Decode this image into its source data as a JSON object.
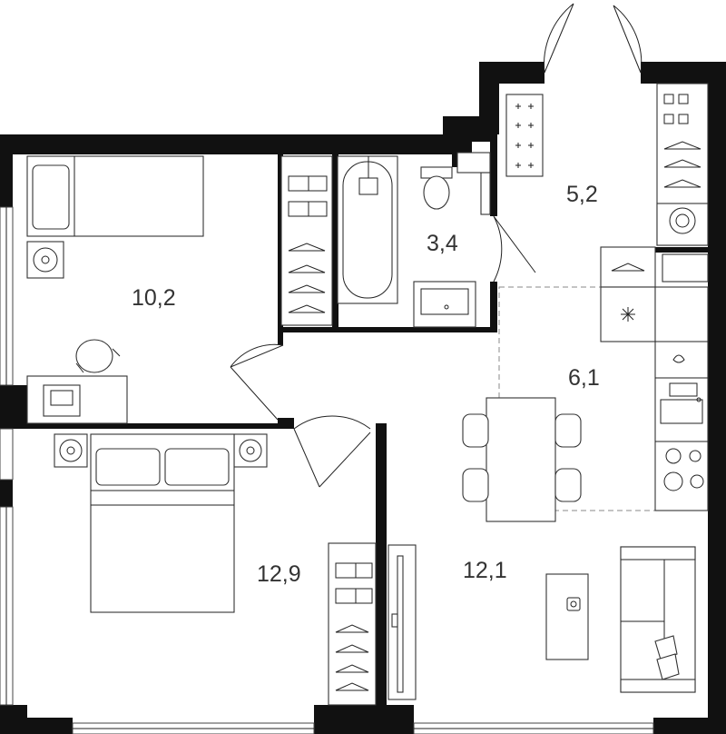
{
  "rooms": [
    {
      "id": "bedroom-small",
      "area": "10,2"
    },
    {
      "id": "bathroom",
      "area": "3,4"
    },
    {
      "id": "hallway",
      "area": "5,2"
    },
    {
      "id": "kitchen",
      "area": "6,1"
    },
    {
      "id": "bedroom-main",
      "area": "12,9"
    },
    {
      "id": "living-room",
      "area": "12,1"
    }
  ],
  "colors": {
    "wall": "#111111",
    "line": "#333333",
    "background": "#ffffff"
  }
}
